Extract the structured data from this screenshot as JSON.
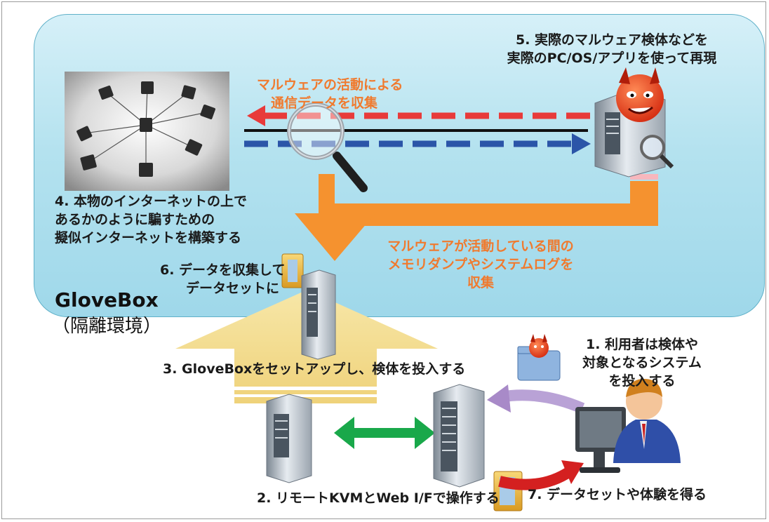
{
  "system": {
    "name": "GloveBox",
    "subtitle": "（隔離環境）"
  },
  "labels": {
    "malware_traffic": [
      "マルウェアの活動による",
      "通信データを収集"
    ],
    "step5": [
      "5. 実際のマルウェア検体などを",
      "実際のPC/OS/アプリを使って再現"
    ],
    "step4": [
      "4. 本物のインターネットの上で",
      "あるかのように騙すための",
      "擬似インターネットを構築する"
    ],
    "memory_dump": [
      "マルウェアが活動している間の",
      "メモリダンプやシステムログを",
      "収集"
    ],
    "step6": [
      "6. データを収集して",
      "データセットに"
    ],
    "step3": "3. GloveBoxをセットアップし、検体を投入する",
    "step1": [
      "1. 利用者は検体や",
      "対象となるシステム",
      "を投入する"
    ],
    "step2": "2. リモートKVMとWeb I/Fで操作する",
    "step7": "7. データセットや体験を得る"
  },
  "icons": {
    "network": "network-photo",
    "magnifier": "magnifier-icon",
    "malware_server": "malware-server-icon",
    "devil": "devil-icon",
    "server": "server-icon",
    "folder": "folder-icon",
    "user": "user-icon",
    "monitor": "monitor-icon"
  },
  "colors": {
    "glovebox_fill": "#a8dcec",
    "orange_text": "#f07a2e",
    "orange_arrow": "#f5922f",
    "yellow_arrow": "#f3dc8e",
    "red_dashed": "#e83a3a",
    "blue_dashed": "#2b55a8",
    "green_arrow": "#19a84a",
    "purple_arrow": "#a88ac8",
    "red_arrow": "#d42020"
  }
}
